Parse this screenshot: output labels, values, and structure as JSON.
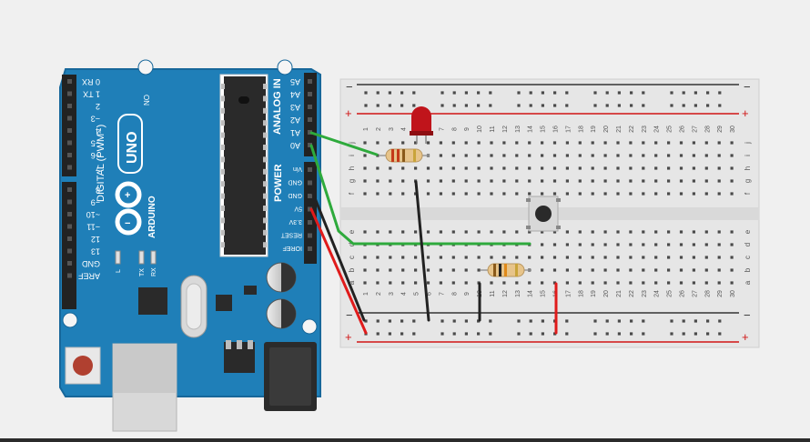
{
  "arduino": {
    "brand": "ARDUINO",
    "model": "UNO",
    "digital_title": "DIGITAL (PWM~)",
    "analog_title": "ANALOG IN",
    "power_title": "POWER",
    "on_label": "ON",
    "l_label": "L",
    "tx_label": "TX",
    "rx_label": "RX",
    "digital_pins": [
      "0 RX",
      "1 TX",
      "2",
      "~3",
      "4",
      "~5",
      "~6",
      "7",
      "8",
      "~9",
      "~10",
      "~11",
      "12",
      "13",
      "GND",
      "AREF"
    ],
    "analog_pins": [
      "A5",
      "A4",
      "A3",
      "A2",
      "A1",
      "A0"
    ],
    "power_pins": [
      "Vin",
      "GND",
      "GND",
      "5V",
      "3.3V",
      "RESET",
      "IOREF"
    ]
  },
  "breadboard": {
    "column_numbers": [
      "1",
      "2",
      "3",
      "4",
      "5",
      "6",
      "7",
      "8",
      "9",
      "10",
      "11",
      "12",
      "13",
      "14",
      "15",
      "16",
      "17",
      "18",
      "19",
      "20",
      "21",
      "22",
      "23",
      "24",
      "25",
      "26",
      "27",
      "28",
      "29",
      "30"
    ],
    "row_letters_top": [
      "j",
      "i",
      "h",
      "g",
      "f"
    ],
    "row_letters_bottom": [
      "e",
      "d",
      "c",
      "b",
      "a"
    ],
    "rail_minus": "−",
    "rail_plus": "+"
  },
  "colors": {
    "board": "#1f7fb8",
    "board_edge": "#17679a",
    "wire_green": "#2eaa3c",
    "wire_black": "#222222",
    "wire_red": "#e01b1b",
    "led": "#c0141b",
    "breadboard": "#e6e6e6"
  }
}
